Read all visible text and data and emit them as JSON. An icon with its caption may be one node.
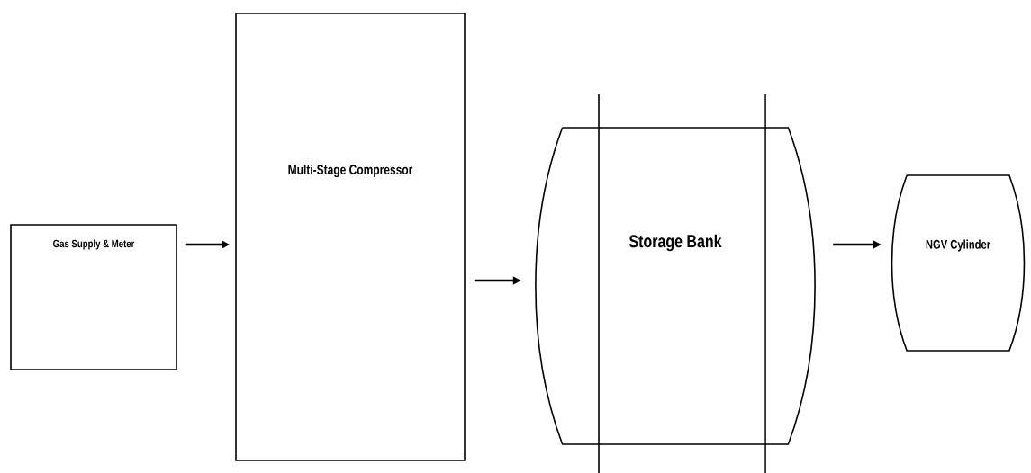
{
  "diagram": {
    "nodes": [
      {
        "text": [
          "Gas Supply & Meter"
        ]
      },
      {
        "text": [
          "Multi-Stage Compressor"
        ]
      },
      {
        "text": [
          "Storage Bank"
        ]
      },
      {
        "text": [
          "NGV Cylinder"
        ]
      }
    ],
    "edges": [
      {
        "from": 0,
        "to": 1,
        "arrow": "to"
      },
      {
        "from": 1,
        "to": 2,
        "arrow": "to"
      },
      {
        "from": 2,
        "to": 3,
        "arrow": "to"
      }
    ]
  }
}
